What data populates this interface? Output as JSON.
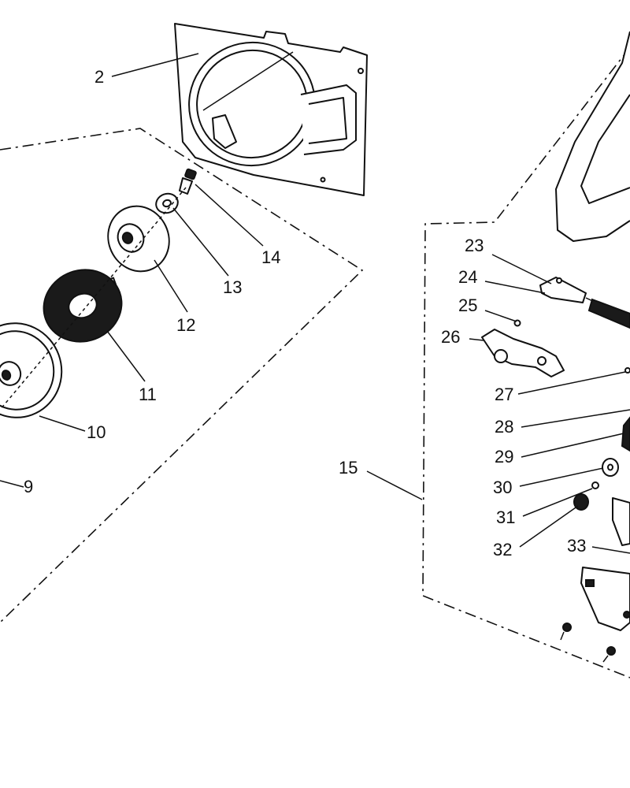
{
  "labels": {
    "l2": "2",
    "l9": "9",
    "l10": "10",
    "l11": "11",
    "l12": "12",
    "l13": "13",
    "l14": "14",
    "l15": "15",
    "l23": "23",
    "l24": "24",
    "l25": "25",
    "l26": "26",
    "l27": "27",
    "l28": "28",
    "l29": "29",
    "l30": "30",
    "l31": "31",
    "l32": "32",
    "l33": "33"
  }
}
